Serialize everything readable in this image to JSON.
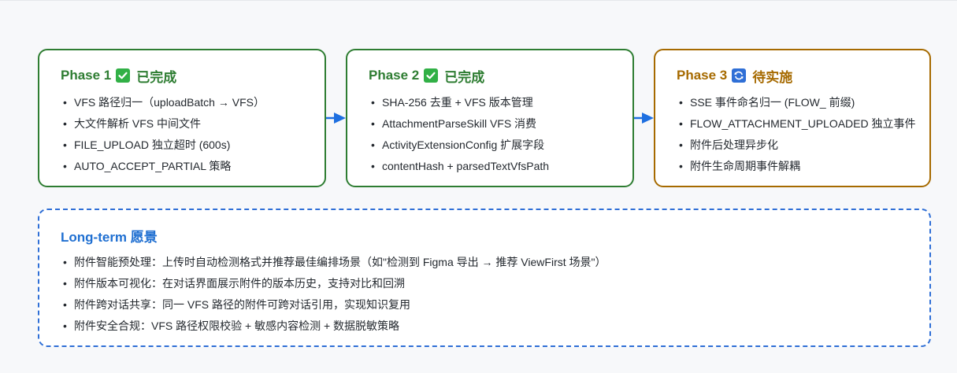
{
  "phases": [
    {
      "title": "Phase 1",
      "status_icon": "check-icon",
      "status": "已完成",
      "color": "#2e7d32",
      "items": [
        "VFS 路径归一（uploadBatch → VFS）",
        "大文件解析 VFS 中间文件",
        "FILE_UPLOAD 独立超时 (600s)",
        "AUTO_ACCEPT_PARTIAL 策略"
      ]
    },
    {
      "title": "Phase 2",
      "status_icon": "check-icon",
      "status": "已完成",
      "color": "#2e7d32",
      "items": [
        "SHA-256 去重 + VFS 版本管理",
        "AttachmentParseSkill VFS 消费",
        "ActivityExtensionConfig 扩展字段",
        "contentHash + parsedTextVfsPath"
      ]
    },
    {
      "title": "Phase 3",
      "status_icon": "refresh-icon",
      "status": "待实施",
      "color": "#a66a00",
      "items": [
        "SSE 事件命名归一 (FLOW_ 前缀)",
        "FLOW_ATTACHMENT_UPLOADED 独立事件",
        "附件后处理异步化",
        "附件生命周期事件解耦"
      ]
    }
  ],
  "longterm": {
    "title": "Long-term 愿景",
    "color": "#1f6fd1",
    "items": [
      "附件智能预处理：上传时自动检测格式并推荐最佳编排场景（如\"检测到 Figma 导出 → 推荐 ViewFirst 场景\"）",
      "附件版本可视化：在对话界面展示附件的版本历史，支持对比和回溯",
      "附件跨对话共享：同一 VFS 路径的附件可跨对话引用，实现知识复用",
      "附件安全合规：VFS 路径权限校验 + 敏感内容检测 + 数据脱敏策略"
    ]
  },
  "bullet": "•",
  "arrow_color": "#1e6fe0"
}
